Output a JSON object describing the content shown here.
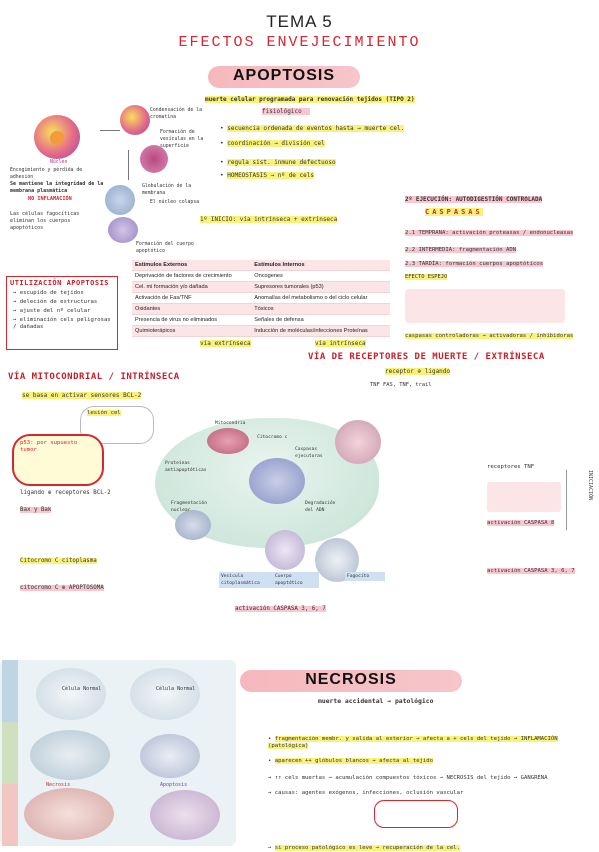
{
  "header": {
    "title": "TEMA 5",
    "subtitle": "EFECTOS ENVEJECIMIENTO"
  },
  "apoptosis": {
    "banner": "APOPTOSIS",
    "figure_labels": {
      "condensacion": "Condensación de la cromatina",
      "formacion": "Formación de vesículas en la superficie",
      "encogimiento": "Encogimiento y pérdida de adhesión",
      "nucleo": "Núcleo",
      "membrana": "Se mantiene la integridad de la membrana plasmática",
      "inflamacion": "NO INFLAMACIÓN",
      "fagocito": "Las células fagocíticas eliminan los cuerpos apoptóticos",
      "globulacion": "Globulación de la membrana",
      "colapso": "El núcleo colapsa",
      "formacion_cuerpos": "Formación del cuerpo apoptótico"
    },
    "def_line1": "muerte celular programada para renovación tejidos (TIPO 2)",
    "def_line2": "fisiológico",
    "bullets": [
      "secuencia ordenada de eventos hasta → muerte cel.",
      "coordinación → división cel",
      "regula sist. inmune defectuoso",
      "HOMEOSTASIS → nº de cels"
    ],
    "inicio": "1º INICIO: vía intrínseca + extrínseca",
    "utilizacion": {
      "title": "UTILIZACIÓN APOPTOSIS",
      "items": [
        "escupido de tejidos",
        "deleción de estructuras",
        "ajuste del nº celular",
        "eliminación cels peligrosas / dañadas"
      ]
    },
    "table": {
      "headers": [
        "Estímulos Externos",
        "Estímulos Internos"
      ],
      "rows": [
        [
          "Deprivación de factores de crecimiento",
          "Oncogenes"
        ],
        [
          "Cel. mi formación y/o dañada",
          "Supresores tumorales (p53)"
        ],
        [
          "Activación de Fas/TNF",
          "Anomalías del metabolismo o del ciclo celular"
        ],
        [
          "Oxidantes",
          "Tóxicos"
        ],
        [
          "Presencia de virus no eliminados",
          "Señales de defensa"
        ],
        [
          "Quimioterápicos",
          "Inducción de moléculas/infecciones Proteínas"
        ]
      ],
      "footer_left": "vía extrínseca",
      "footer_right": "vía intrínseca"
    },
    "ejecucion": {
      "title": "2º EJECUCIÓN: AUTODIGESTIÓN CONTROLADA",
      "caspasas": "CASPASAS",
      "steps": [
        "2.1 TEMPRANA: activación proteasas / endonucleasas",
        "2.2 INTERMEDIA: fragmentación ADN",
        "2.3 TARDÍA: formación cuerpos apoptóticos"
      ],
      "efecto": "EFECTO ESPEJO",
      "final": "caspasas controladoras → activadoras / inhibidoras"
    }
  },
  "mitocondrial": {
    "title": "VÍA MITOCONDRIAL / INTRÍNSECA",
    "subtitle": "se basa en activar sensores BCL-2",
    "lesion": "lesión cel",
    "p53": "p53: por supuesto tumor",
    "steps": [
      "ligando ⊕ receptores BCL-2",
      "Bax y Bak",
      "Citocromo C citoplasma",
      "citocromo C ⊕ APOPTOSOMA"
    ],
    "activacion": "activación CASPASA 3, 6, 7"
  },
  "extrinseca": {
    "title": "VÍA DE RECEPTORES DE MUERTE / EXTRÍNSECA",
    "receptor": "receptor ⊕ ligando",
    "ligandos": "TNF  FAS, TNF, trail",
    "receptores_tnf": "receptores TNF",
    "iniciacion": "INICIACIÓN",
    "caspasa8": "activación CASPASA 8",
    "caspasa3": "activación CASPASA 3, 6, 7",
    "diagram_labels": {
      "mitocondria": "Mitocondria",
      "citocromo": "Citocromo c",
      "caspasas": "Caspasas ejecutoras",
      "proteinas": "Proteínas antiapoptóticas",
      "degradacion": "Degradación del ADN",
      "fragmentacion": "Fragmentación nuclear",
      "vesicula": "Vesícula citoplasmática",
      "cuerpo": "Cuerpo apoptótico",
      "fagocito": "Fagocito"
    }
  },
  "necrosis": {
    "banner": "NECROSIS",
    "def": "muerte accidental → patológico",
    "bullets": [
      "fragmentación membr. y salida al exterior → afecta a + cels del tejido → INFLAMACIÓN (patológica)",
      "aparecen ++ glóbulos blancos → afecta al tejido",
      "↑↑ cels muertas → acumulación compuestos tóxicos → NECROSIS del tejido → GANGRENA",
      "causas: agentes exógenos, infecciones, oclusión vascular",
      "si proceso patológico es leve → recuperación de la cel."
    ],
    "figure_labels": {
      "celula_normal": "Célula Normal",
      "necrosis": "Necrosis",
      "apoptosis": "Apoptosis"
    }
  }
}
